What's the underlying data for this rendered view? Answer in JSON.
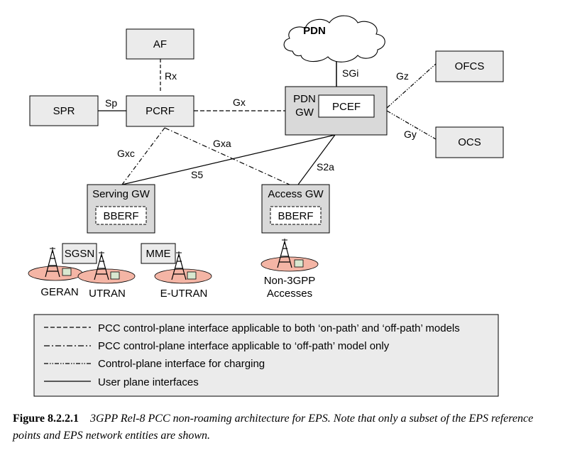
{
  "nodes": {
    "af": "AF",
    "spr": "SPR",
    "pcrf": "PCRF",
    "pdn_cloud": "PDN",
    "pdn_gw_line1": "PDN",
    "pdn_gw_line2": "GW",
    "pcef": "PCEF",
    "ofcs": "OFCS",
    "ocs": "OCS",
    "serving_gw": "Serving GW",
    "access_gw": "Access GW",
    "bberf": "BBERF",
    "sgsn": "SGSN",
    "mme": "MME"
  },
  "interfaces": {
    "rx": "Rx",
    "sp": "Sp",
    "gx": "Gx",
    "sgi": "SGi",
    "gz": "Gz",
    "gy": "Gy",
    "gxc": "Gxc",
    "gxa": "Gxa",
    "s5": "S5",
    "s2a": "S2a"
  },
  "access": {
    "geran": "GERAN",
    "utran": "UTRAN",
    "eutran": "E-UTRAN",
    "non3gpp_line1": "Non-3GPP",
    "non3gpp_line2": "Accesses"
  },
  "legend": [
    {
      "style": "dashed",
      "text": "PCC control-plane interface applicable to both ‘on-path’ and ‘off-path’ models"
    },
    {
      "style": "dashdot",
      "text": "PCC control-plane interface applicable to ‘off-path’ model only"
    },
    {
      "style": "dashdotdot",
      "text": "Control-plane interface for charging"
    },
    {
      "style": "solid",
      "text": "User plane interfaces"
    }
  ],
  "caption": {
    "number": "Figure 8.2.2.1",
    "text": "3GPP Rel-8 PCC non-roaming architecture for EPS. Note that only a subset of the EPS reference points and EPS network entities are shown."
  },
  "colors": {
    "box_fill": "#ebebeb",
    "gw_fill": "#d9d9d9",
    "ellipse_fill": "#f4b5a5",
    "line": "#000000"
  }
}
